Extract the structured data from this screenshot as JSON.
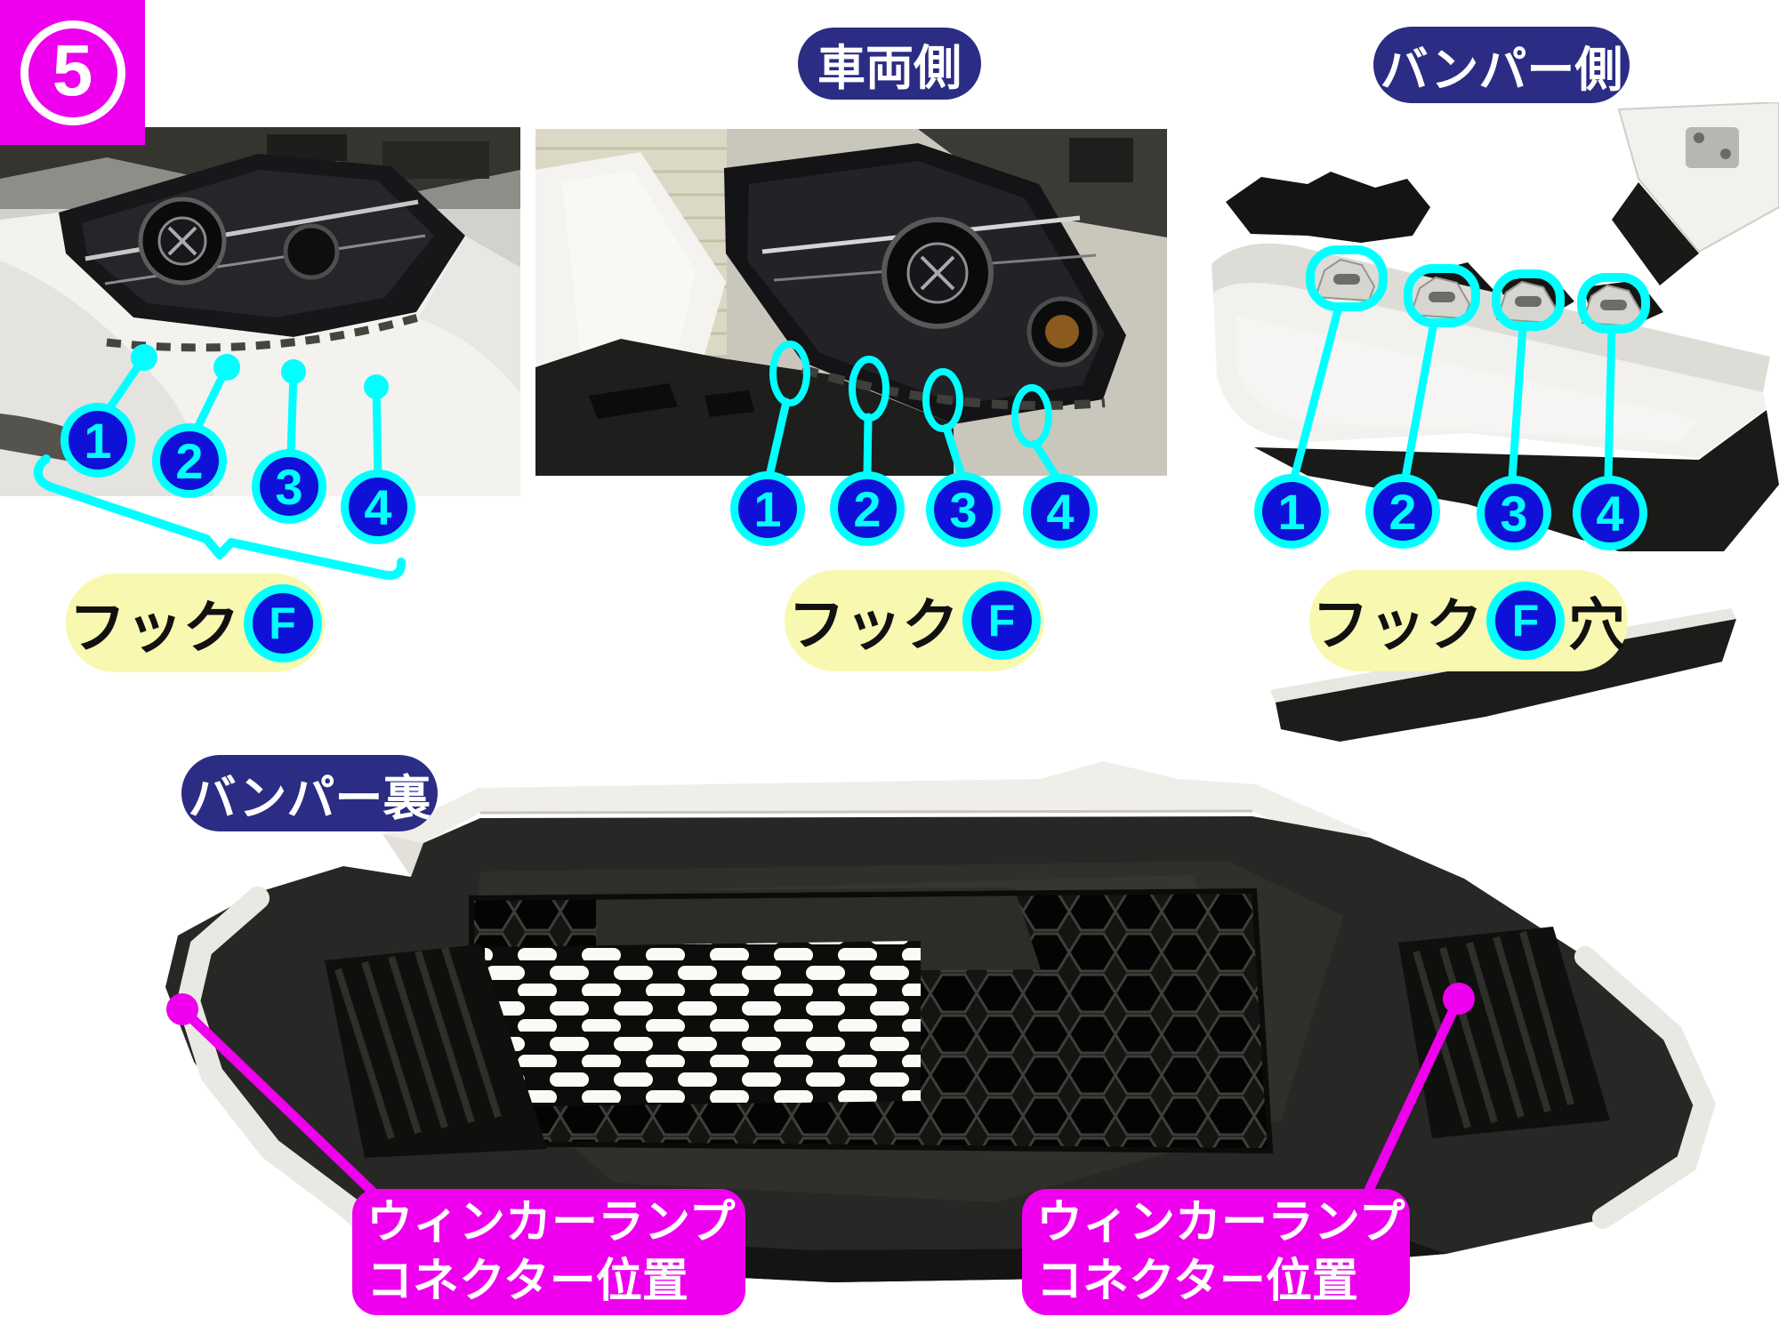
{
  "step_badge": {
    "number": "5"
  },
  "section_labels": {
    "vehicle_side": "車両側",
    "bumper_side": "バンパー側",
    "bumper_back": "バンパー裏"
  },
  "hook_labels": {
    "left": {
      "text": "フック",
      "marker": "F"
    },
    "middle": {
      "text": "フック",
      "marker": "F"
    },
    "right": {
      "text": "フック",
      "marker": "F",
      "suffix": "穴"
    }
  },
  "number_markers": {
    "left": [
      "1",
      "2",
      "3",
      "4"
    ],
    "middle": [
      "1",
      "2",
      "3",
      "4"
    ],
    "right": [
      "1",
      "2",
      "3",
      "4"
    ]
  },
  "connector_callouts": {
    "left": {
      "line1": "ウィンカーランプ",
      "line2": "コネクター位置"
    },
    "right": {
      "line1": "ウィンカーランプ",
      "line2": "コネクター位置"
    }
  },
  "icons": {
    "hook_point_dot": "cyan filled dot marker",
    "hook_ring": "cyan oval outline marker",
    "hook_slot_ring": "cyan rounded-rect outline marker",
    "connector_dot": "magenta filled dot marker"
  },
  "colors": {
    "magenta": "#ee00ee",
    "navy": "#2b2c83",
    "cyan": "#00ffff",
    "marker_blue": "#0f10d8",
    "pale_yellow": "#f8f8b1"
  }
}
